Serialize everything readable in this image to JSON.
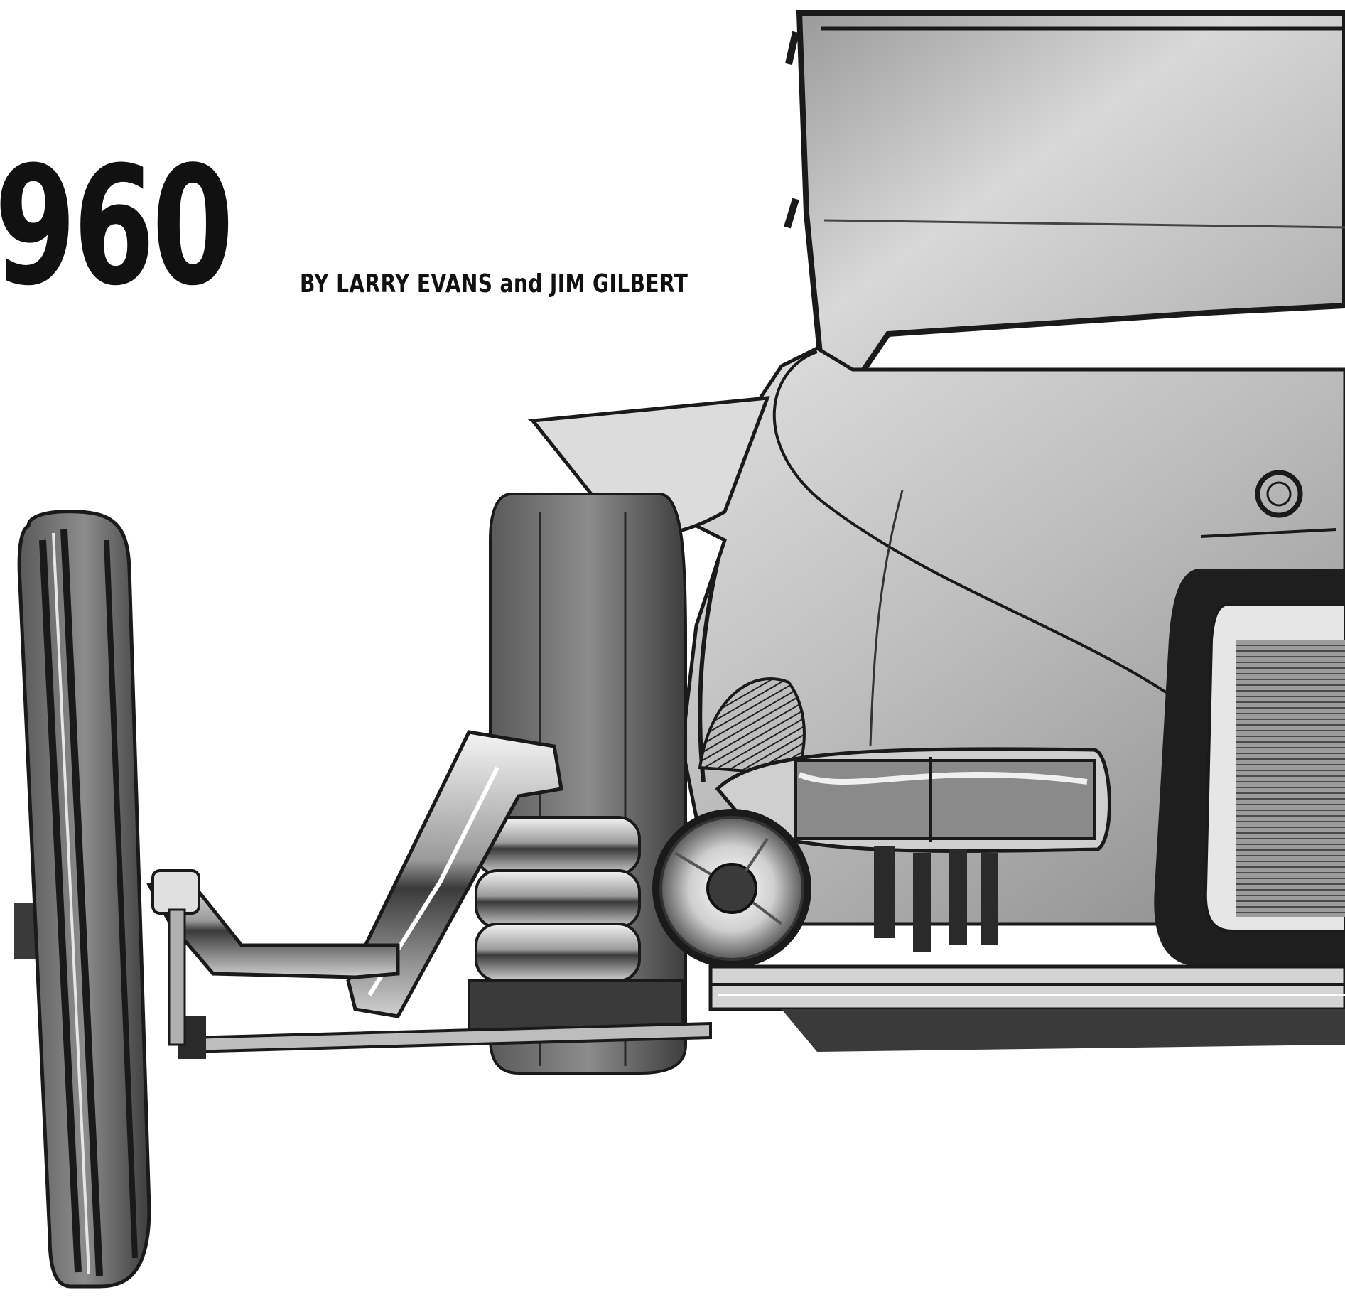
{
  "headline": {
    "year": "960"
  },
  "byline": {
    "text": "BY LARRY EVANS and JIM GILBERT"
  },
  "illustration": {
    "icon": "custom-roadster-front-illustration",
    "ink": "#1a1a1a",
    "paper": "#ffffff"
  }
}
